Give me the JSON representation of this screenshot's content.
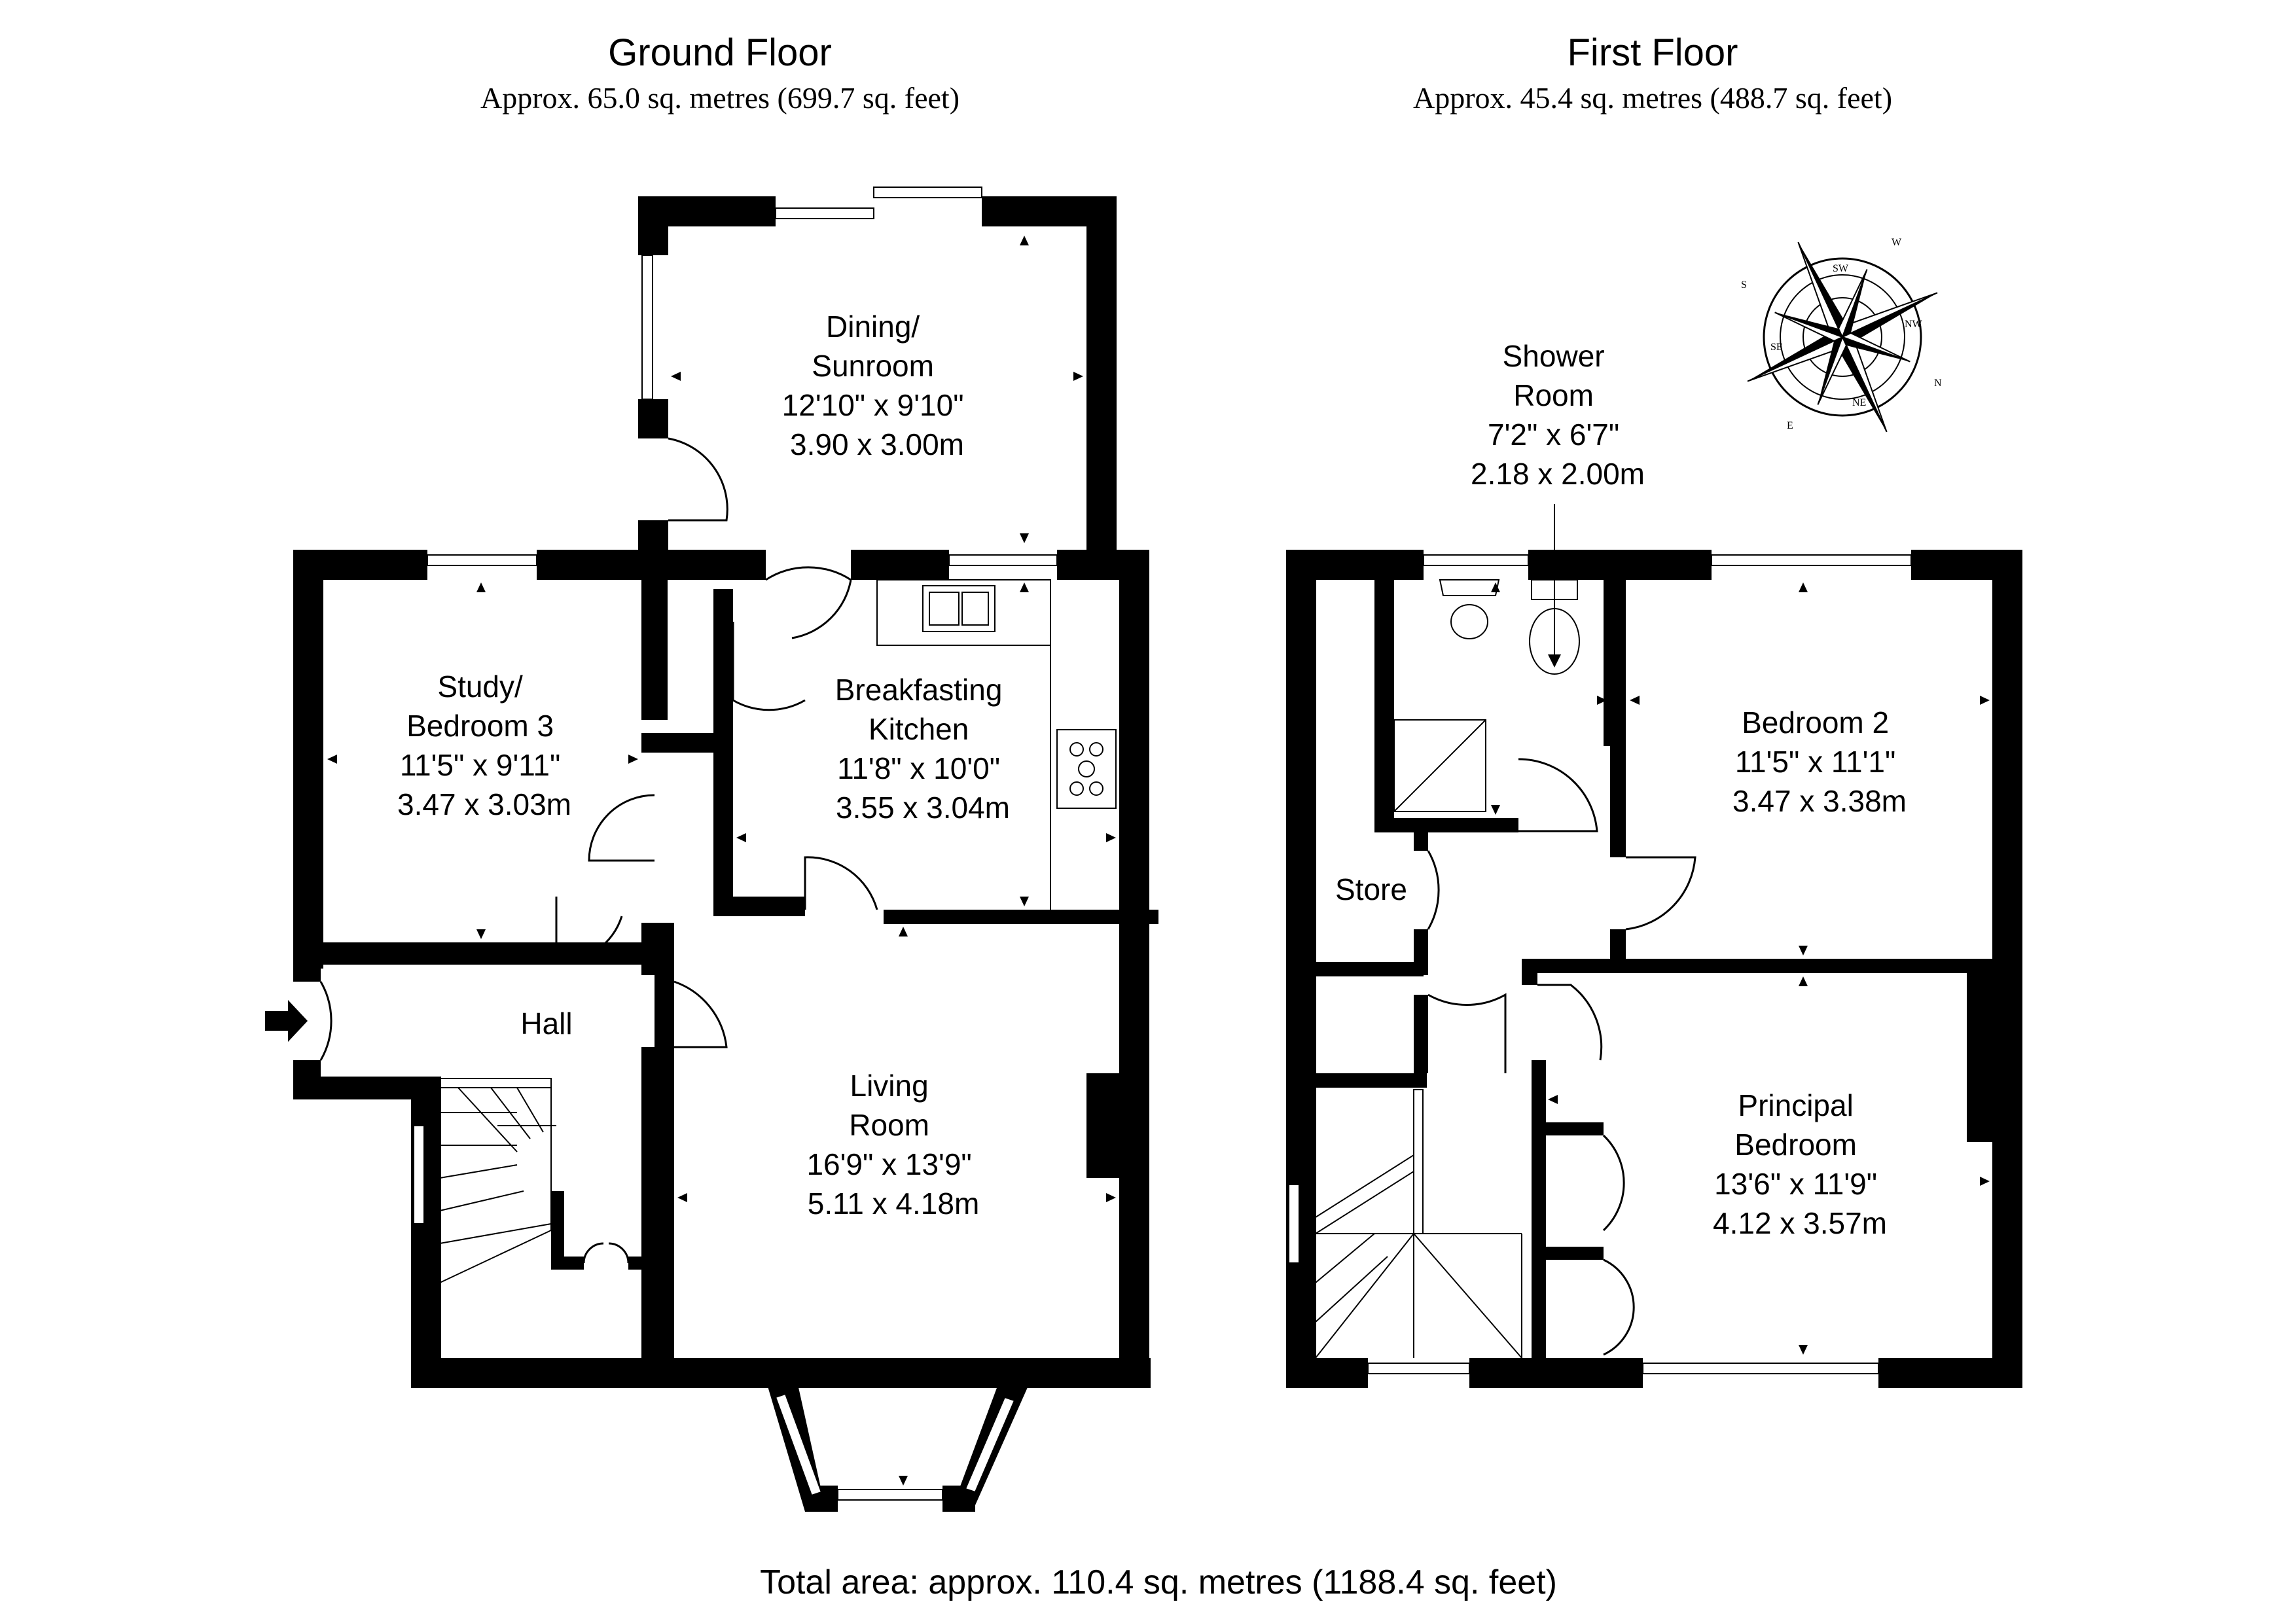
{
  "floors": [
    {
      "title": "Ground Floor",
      "area": "Approx. 65.0 sq. metres (699.7 sq. feet)"
    },
    {
      "title": "First Floor",
      "area": "Approx. 45.4 sq. metres (488.7 sq. feet)"
    }
  ],
  "rooms": {
    "dining": [
      "Dining/",
      "Sunroom",
      "12'10\" x 9'10\"",
      "3.90 x 3.00m"
    ],
    "study": [
      "Study/",
      "Bedroom 3",
      "11'5\" x 9'11\"",
      "3.47 x 3.03m"
    ],
    "kitchen": [
      "Breakfasting",
      "Kitchen",
      "11'8\" x 10'0\"",
      "3.55 x 3.04m"
    ],
    "hall": [
      "Hall"
    ],
    "living": [
      "Living",
      "Room",
      "16'9\" x 13'9\"",
      "5.11 x 4.18m"
    ],
    "shower": [
      "Shower",
      "Room",
      "7'2\" x 6'7\"",
      "2.18 x 2.00m"
    ],
    "bedroom2": [
      "Bedroom 2",
      "11'5\" x 11'1\"",
      "3.47 x 3.38m"
    ],
    "store": [
      "Store"
    ],
    "principal": [
      "Principal",
      "Bedroom",
      "13'6\" x 11'9\"",
      "4.12 x 3.57m"
    ]
  },
  "compass": {
    "letters": [
      "W",
      "S",
      "N",
      "E"
    ],
    "minor": [
      "SW",
      "NW",
      "NE",
      "SE"
    ]
  },
  "total": "Total area: approx. 110.4 sq. metres (1188.4 sq. feet)"
}
